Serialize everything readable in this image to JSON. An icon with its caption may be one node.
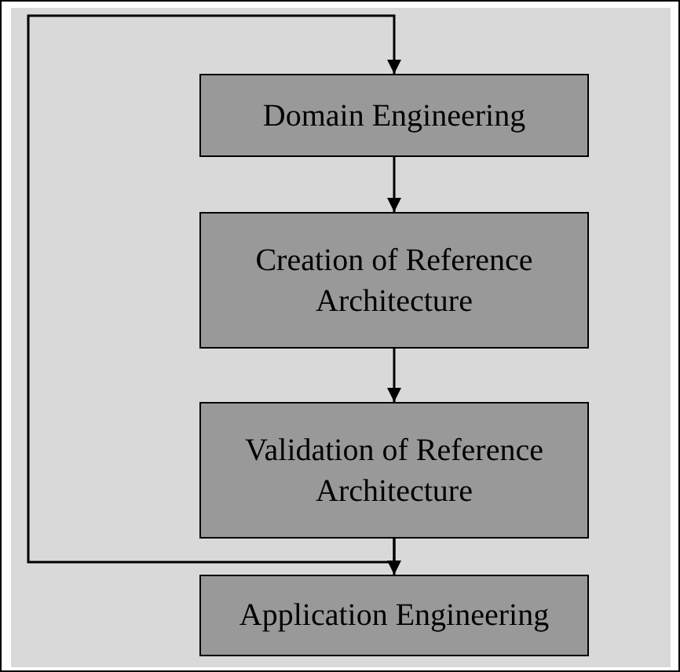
{
  "diagram": {
    "nodes": [
      {
        "text": [
          "Domain Engineering"
        ]
      },
      {
        "text": [
          "Creation of Reference Architecture"
        ]
      },
      {
        "text": [
          "Validation of Reference Architecture"
        ]
      },
      {
        "text": [
          "Application Engineering"
        ]
      }
    ],
    "edges": [
      {
        "from": 0,
        "to": 1,
        "arrow": "to"
      },
      {
        "from": 1,
        "to": 2,
        "arrow": "to"
      },
      {
        "from": 2,
        "to": 3,
        "arrow": "to"
      },
      {
        "from": 2,
        "to": 0,
        "arrow": "to"
      }
    ]
  }
}
